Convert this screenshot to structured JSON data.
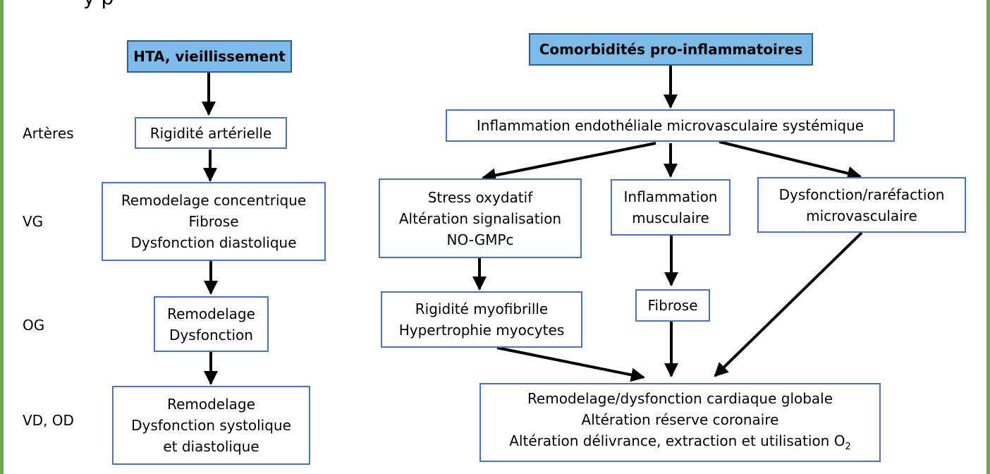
{
  "title_partial": "y     p",
  "row_labels": [
    "Artères",
    "VG",
    "OG",
    "VD, OD"
  ],
  "left_column": {
    "header": "HTA, vieillissement",
    "rigidite": "Rigidité artérielle",
    "vg": [
      "Remodelage concentrique",
      "Fibrose",
      "Dysfonction diastolique"
    ],
    "og": [
      "Remodelage",
      "Dysfonction"
    ],
    "vd": [
      "Remodelage",
      "Dysfonction systolique",
      "et diastolique"
    ]
  },
  "right_column": {
    "header": "Comorbidités pro-inflammatoires",
    "inflammation": "Inflammation endothéliale microvasculaire systémique",
    "stress": [
      "Stress oxydatif",
      "Altération signalisation",
      "NO-GMPc"
    ],
    "muscle": [
      "Inflammation",
      "musculaire"
    ],
    "micro": [
      "Dysfonction/raréfaction",
      "microvasculaire"
    ],
    "myofib": [
      "Rigidité myofibrille",
      "Hypertrophie myocytes"
    ],
    "fibrose": "Fibrose",
    "global": [
      "Remodelage/dysfonction cardiaque globale",
      "Altération réserve coronaire",
      "Altération délivrance, extraction et utilisation O"
    ],
    "o2_subscript": "2"
  },
  "colors": {
    "frame": "#6aa84f",
    "header_fill": "#7cbbe8",
    "box_border": "#4472c4",
    "arrow": "#000000"
  }
}
